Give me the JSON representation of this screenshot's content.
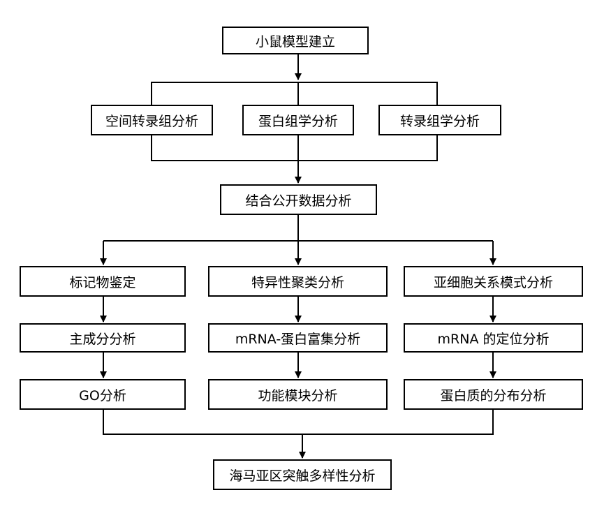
{
  "nodes": {
    "mouse_model": "小鼠模型建立",
    "spatial_transcriptomics": "空间转录组分析",
    "proteomics": "蛋白组学分析",
    "transcriptomics": "转录组学分析",
    "public_data": "结合公开数据分析",
    "marker_identification": "标记物鉴定",
    "specific_clustering": "特异性聚类分析",
    "subcellular_pattern": "亚细胞关系模式分析",
    "pca": "主成分分析",
    "mrna_protein_enrichment": "mRNA-蛋白富集分析",
    "mrna_localization": "mRNA 的定位分析",
    "go_analysis": "GO分析",
    "functional_module": "功能模块分析",
    "protein_distribution": "蛋白质的分布分析",
    "synapse_diversity": "海马亚区突触多样性分析"
  }
}
